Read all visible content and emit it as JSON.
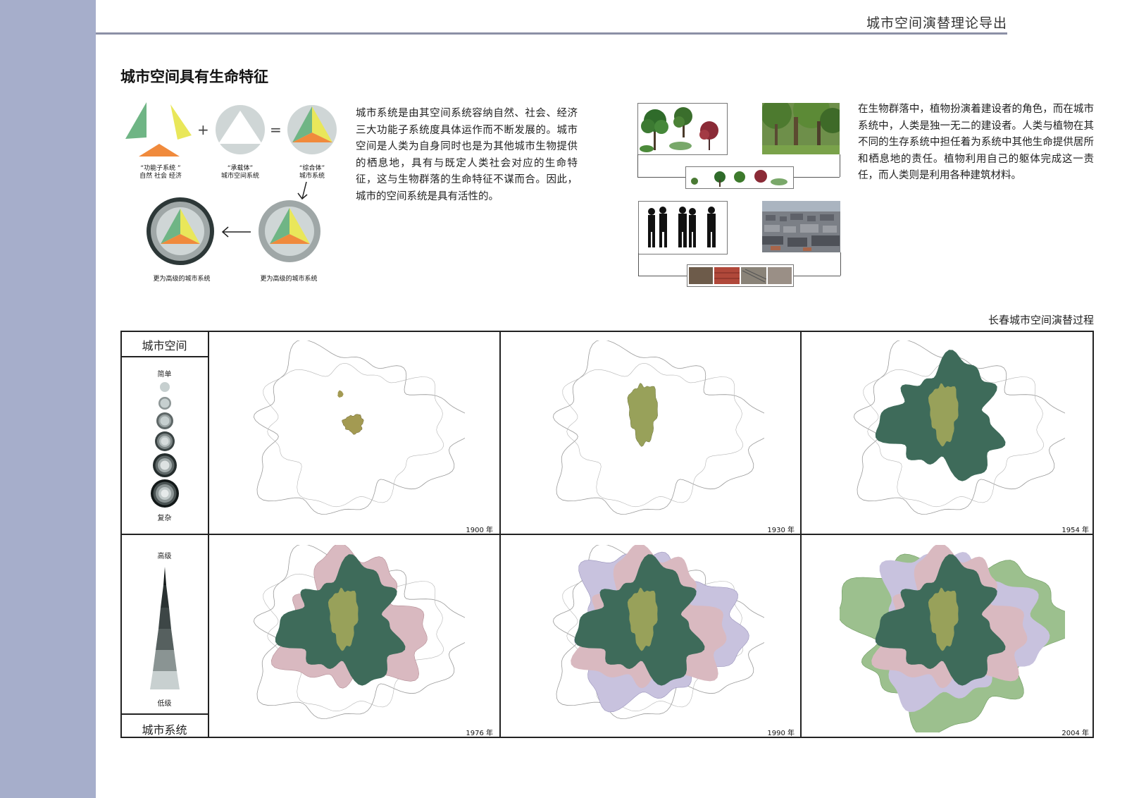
{
  "header": {
    "title": "城市空间演替理论导出"
  },
  "section": {
    "title": "城市空间具有生命特征"
  },
  "diagram": {
    "func_label_1": "“功能子系统 ”",
    "func_label_2": "自然 社会 经济",
    "carrier_label_1": "“承载体”",
    "carrier_label_2": "城市空间系统",
    "complex_label_1": "“综合体”",
    "complex_label_2": "城市系统",
    "plus": "+",
    "equals": "=",
    "higher_1": "更为高级的城市系统",
    "higher_2": "更为高级的城市系统"
  },
  "text": {
    "left_paragraph": "城市系统是由其空间系统容纳自然、社会、经济三大功能子系统度具体运作而不断发展的。城市空间是人类为自身同时也是为其他城市生物提供的栖息地，具有与既定人类社会对应的生命特征，这与生物群落的生命特征不谋而合。因此，城市的空间系统是具有活性的。",
    "right_paragraph": "在生物群落中，植物扮演着建设者的角色，而在城市系统中，人类是独一无二的建设者。人类与植物在其不同的生存系统中担任着为系统中其他生命提供居所和栖息地的责任。植物利用自己的躯体完成这一责任，而人类则是利用各种建筑材料。"
  },
  "timeline": {
    "title": "长春城市空间演替过程",
    "legend_top_header": "城市空间",
    "legend_top_low": "简单",
    "legend_top_high": "复杂",
    "legend_bottom_high": "高级",
    "legend_bottom_low": "低级",
    "legend_bottom_footer": "城市系统",
    "years": [
      "1900 年",
      "1930 年",
      "1954 年",
      "1976 年",
      "1990 年",
      "2004 年"
    ]
  },
  "colors": {
    "sidebar": "#a6aecb",
    "core_1900": "#a39a52",
    "core_1930": "#98a15a",
    "ring_1954": "#3e6b5a",
    "ring_1976": "#d9b9c0",
    "ring_1990": "#c8c2de",
    "ring_2004": "#9cc08e",
    "green_wedge": "#6fb585",
    "yellow_wedge": "#e9e75a",
    "orange_wedge": "#f08a3c"
  }
}
